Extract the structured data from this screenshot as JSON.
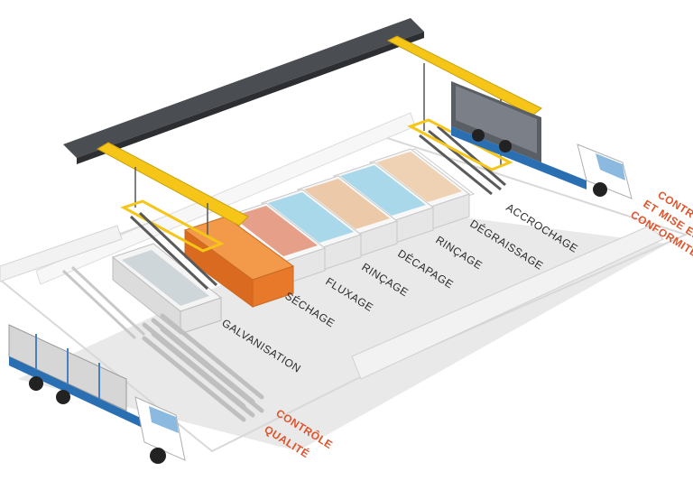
{
  "process_steps": {
    "accrochage": "ACCROCHAGE",
    "degraissage": "DÉGRAISSAGE",
    "rincage_1": "RINÇAGE",
    "decapage": "DÉCAPAGE",
    "rincage_2": "RINÇAGE",
    "fluxage": "FLUXAGE",
    "sechage": "SÉCHAGE",
    "galvanisation": "GALVANISATION"
  },
  "quality": {
    "bottom_line1": "CONTRÔLE",
    "bottom_line2": "QUALITÉ",
    "right_line1": "CONTRÔLE",
    "right_line2": "ET MISE EN",
    "right_line3": "CONFORMITÉ"
  },
  "colors": {
    "crane_yellow": "#f5c518",
    "rail_dark": "#4a4d52",
    "quality_orange": "#e0542c",
    "rinse_blue": "#a9d8ea",
    "flux_orange": "#e8782a",
    "degrease_beige": "#efd2b4"
  }
}
